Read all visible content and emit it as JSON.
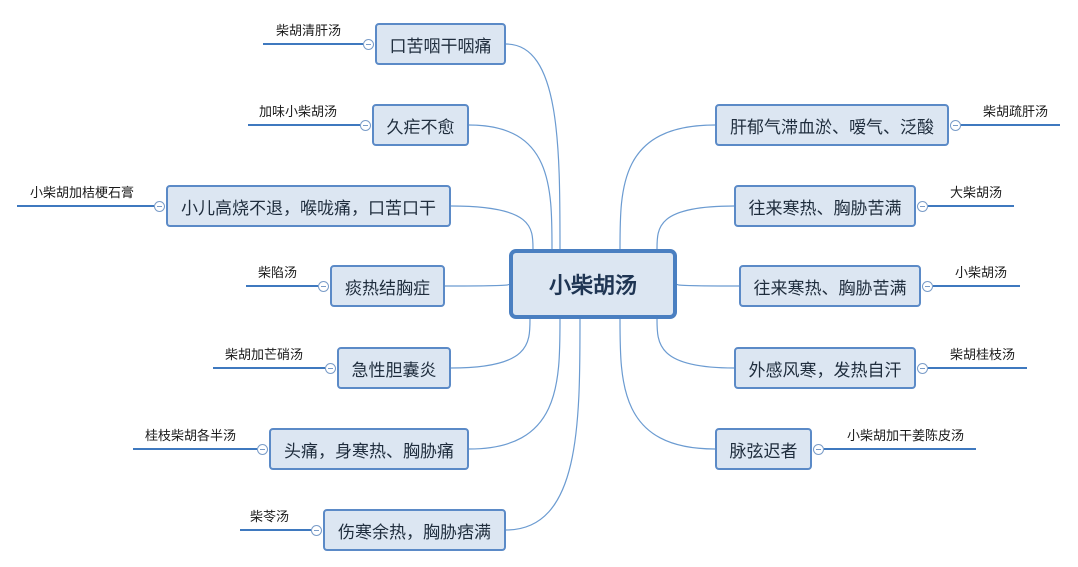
{
  "central": {
    "label": "小柴胡汤"
  },
  "left": [
    {
      "symptom": "口苦咽干咽痛",
      "formula": "柴胡清肝汤"
    },
    {
      "symptom": "久疟不愈",
      "formula": "加味小柴胡汤"
    },
    {
      "symptom": "小儿高烧不退，喉咙痛，口苦口干",
      "formula": "小柴胡加桔梗石膏"
    },
    {
      "symptom": "痰热结胸症",
      "formula": "柴陷汤"
    },
    {
      "symptom": "急性胆囊炎",
      "formula": "柴胡加芒硝汤"
    },
    {
      "symptom": "头痛，身寒热、胸胁痛",
      "formula": "桂枝柴胡各半汤"
    },
    {
      "symptom": "伤寒余热，胸胁痞满",
      "formula": "柴苓汤"
    }
  ],
  "right": [
    {
      "symptom": "肝郁气滞血淤、嗳气、泛酸",
      "formula": "柴胡疏肝汤"
    },
    {
      "symptom": "往来寒热、胸胁苦满",
      "formula": "大柴胡汤"
    },
    {
      "symptom": "往来寒热、胸胁苦满",
      "formula": "小柴胡汤"
    },
    {
      "symptom": "外感风寒，发热自汗",
      "formula": "柴胡桂枝汤"
    },
    {
      "symptom": "脉弦迟者",
      "formula": "小柴胡加干姜陈皮汤"
    }
  ],
  "colors": {
    "node_fill": "#dce6f2",
    "node_border": "#5b8ac7",
    "connector": "#6b9bd1",
    "sub_line": "#3f79bf"
  }
}
